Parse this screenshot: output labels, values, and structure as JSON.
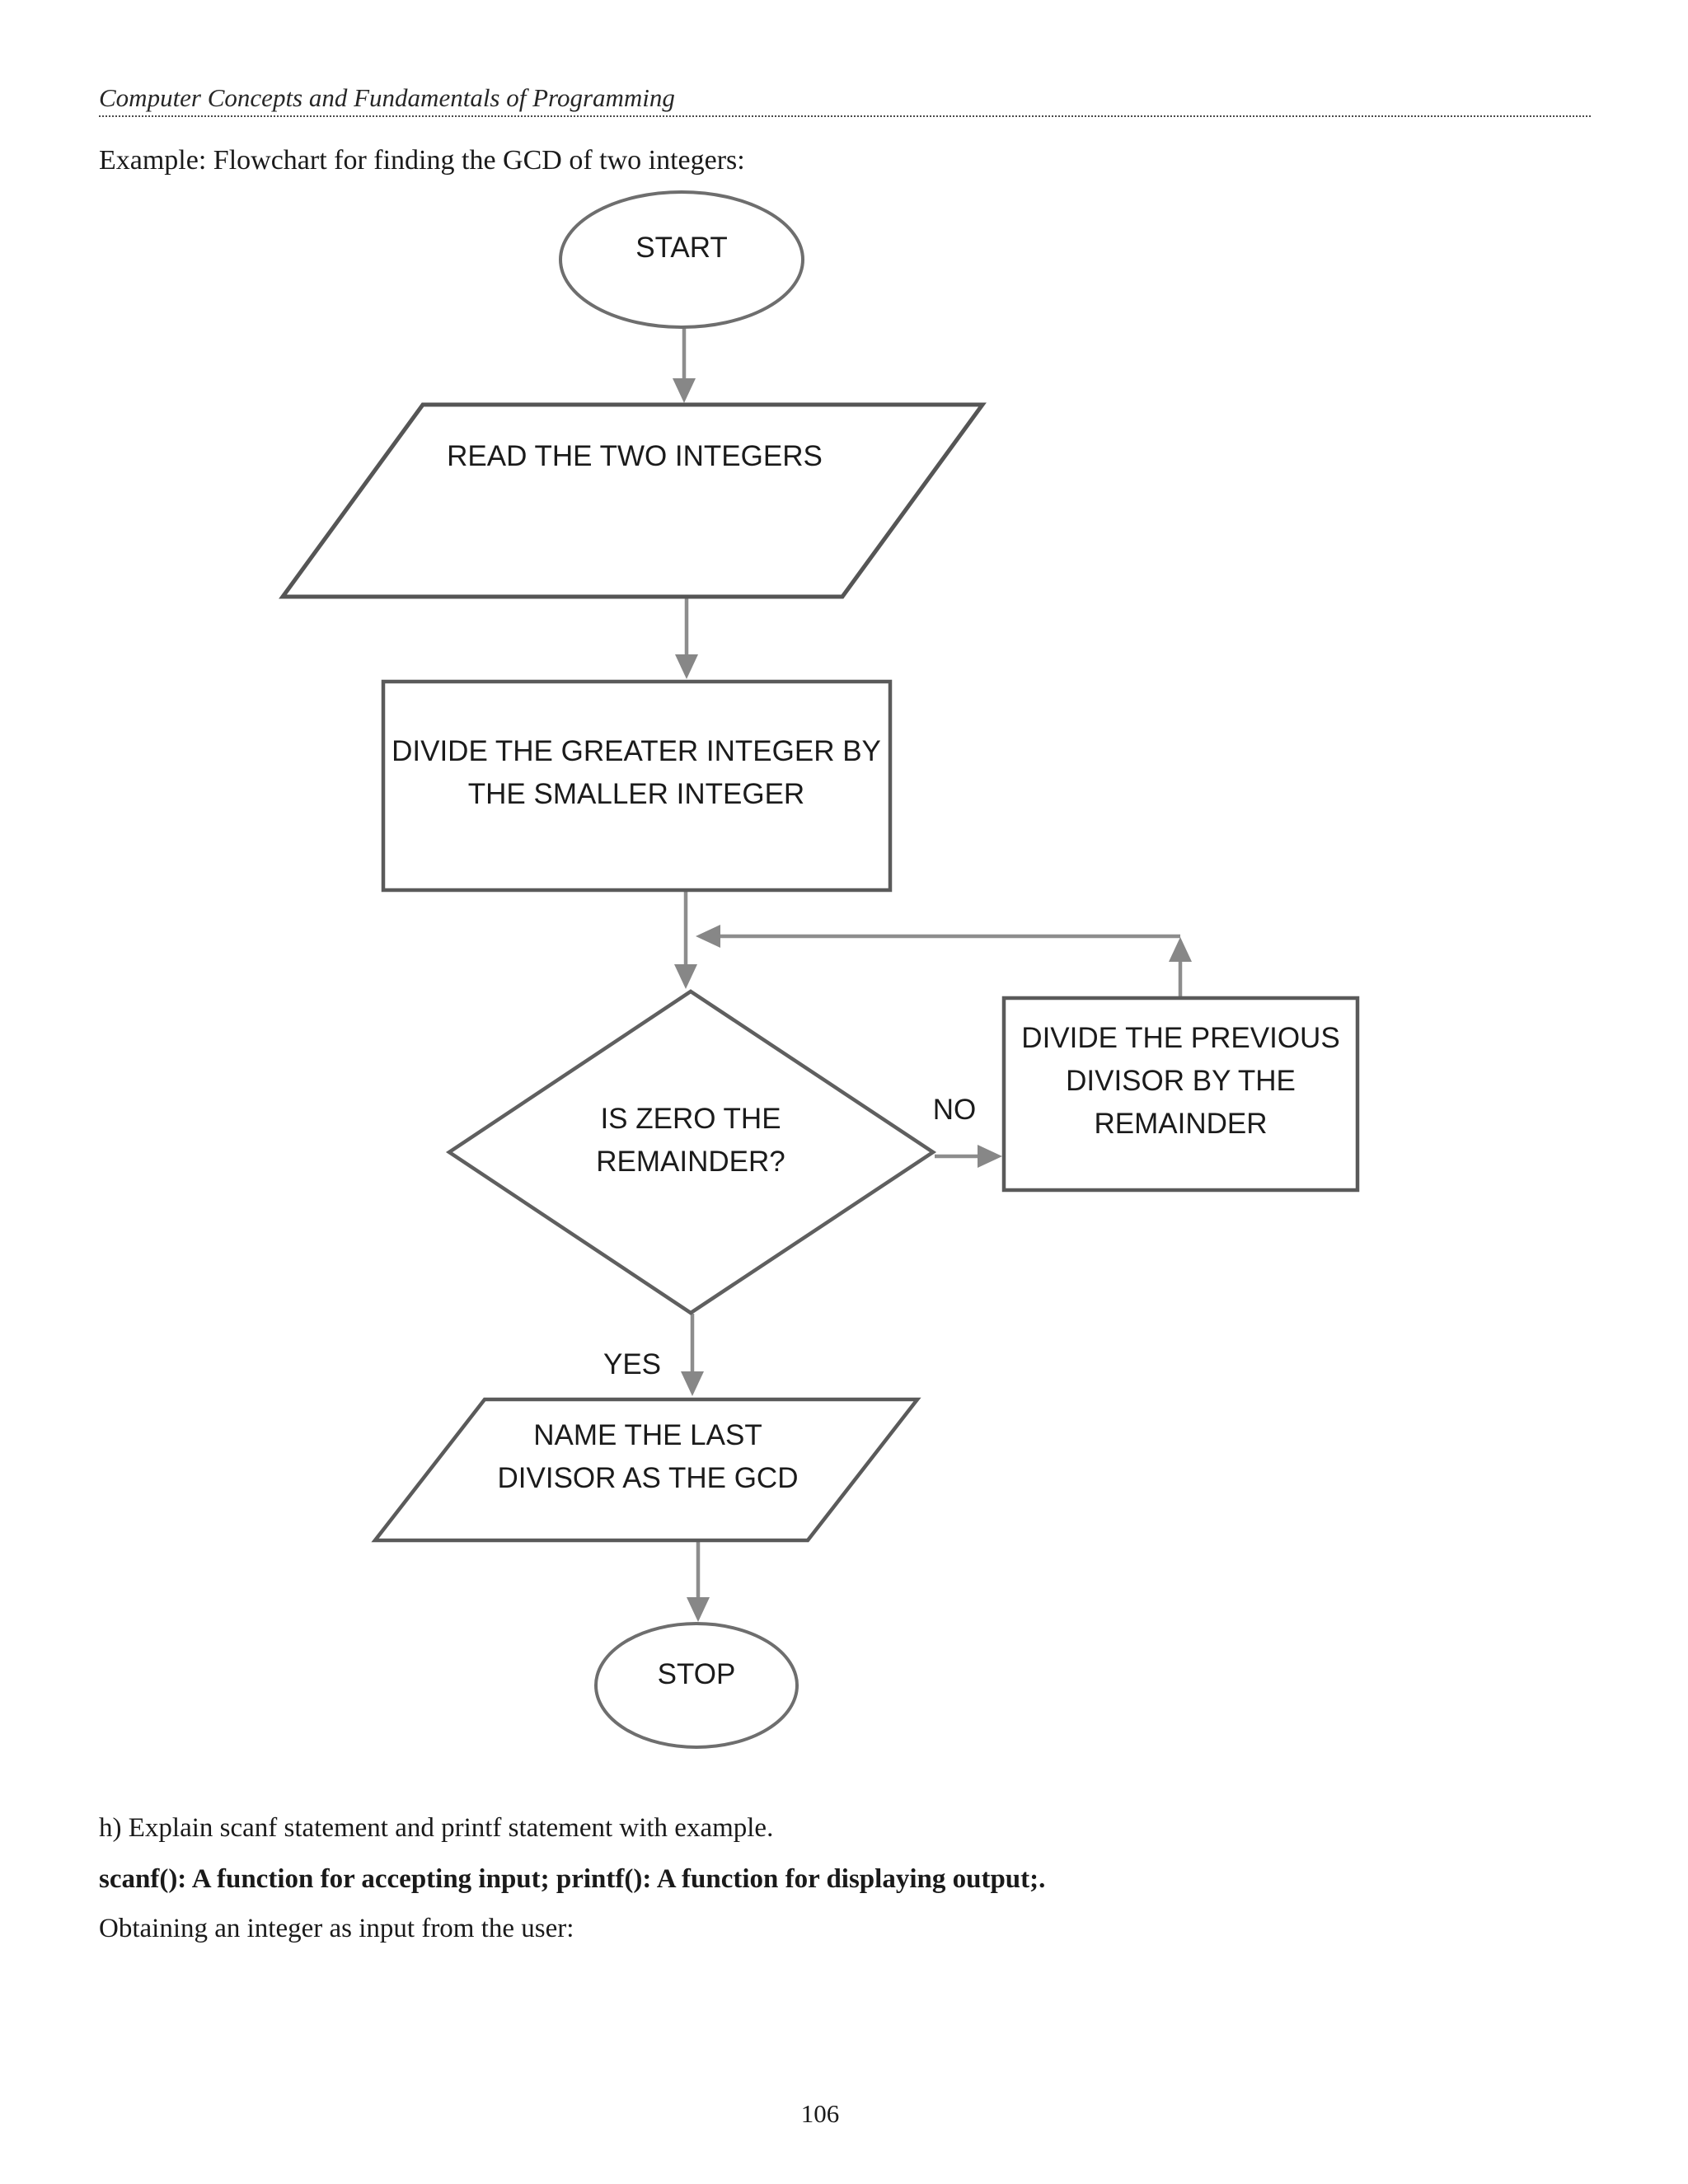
{
  "page": {
    "header_title": "Computer Concepts and Fundamentals of Programming",
    "caption": "Example: Flowchart for finding the GCD of two integers:",
    "page_number": "106"
  },
  "flowchart": {
    "start_label": "START",
    "read_label": "READ THE TWO INTEGERS",
    "divide_greater": [
      "DIVIDE THE GREATER INTEGER BY",
      "THE SMALLER INTEGER"
    ],
    "decision": [
      "IS ZERO THE",
      "REMAINDER?"
    ],
    "branch_no": "NO",
    "branch_yes": "YES",
    "divide_previous": [
      "DIVIDE THE PREVIOUS",
      "DIVISOR BY THE",
      "REMAINDER"
    ],
    "name_gcd": [
      "NAME THE LAST",
      "DIVISOR AS THE GCD"
    ],
    "stop_label": "STOP"
  },
  "footer": {
    "line1": "h) Explain scanf statement and printf statement with example.",
    "line2_bold": "scanf(): A function for accepting input; printf(): A function for displaying output;.",
    "line3": "Obtaining an integer as input from the user:"
  },
  "colors": {
    "shape_stroke": "#5a5a5a",
    "terminator_stroke": "#6e6e6e",
    "connector": "#878787",
    "text": "#1b1b1b"
  }
}
